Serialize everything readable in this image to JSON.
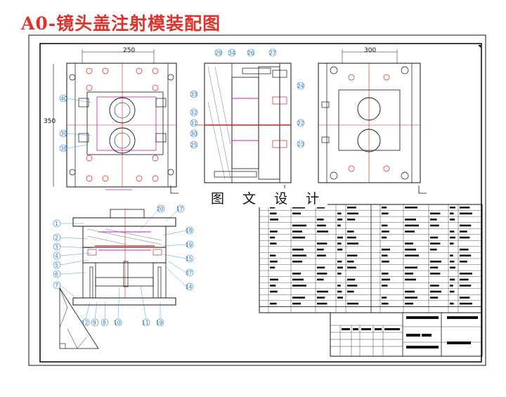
{
  "title": "A0-镜头盖注射模装配图",
  "watermark": "图 文 设 计",
  "dimensions": {
    "width_left": "250",
    "height_left": "350",
    "width_right": "300"
  },
  "top_middle_labels": [
    "29",
    "34",
    "26",
    "27",
    "33",
    "32",
    "31",
    "30",
    "25",
    "24",
    "22",
    "23"
  ],
  "top_left_labels": [
    "40",
    "39",
    "38"
  ],
  "bottom_left_labels": [
    "1",
    "2",
    "3",
    "4",
    "5",
    "6",
    "7",
    "20",
    "17",
    "18",
    "16",
    "15",
    "37",
    "14",
    "12",
    "9",
    "8",
    "10",
    "11",
    "19"
  ],
  "colors": {
    "title": "#e0322c",
    "line": "#111111",
    "accent_red": "#d11f1f",
    "accent_magenta": "#c21fc2",
    "callout": "#2a7ad0"
  }
}
